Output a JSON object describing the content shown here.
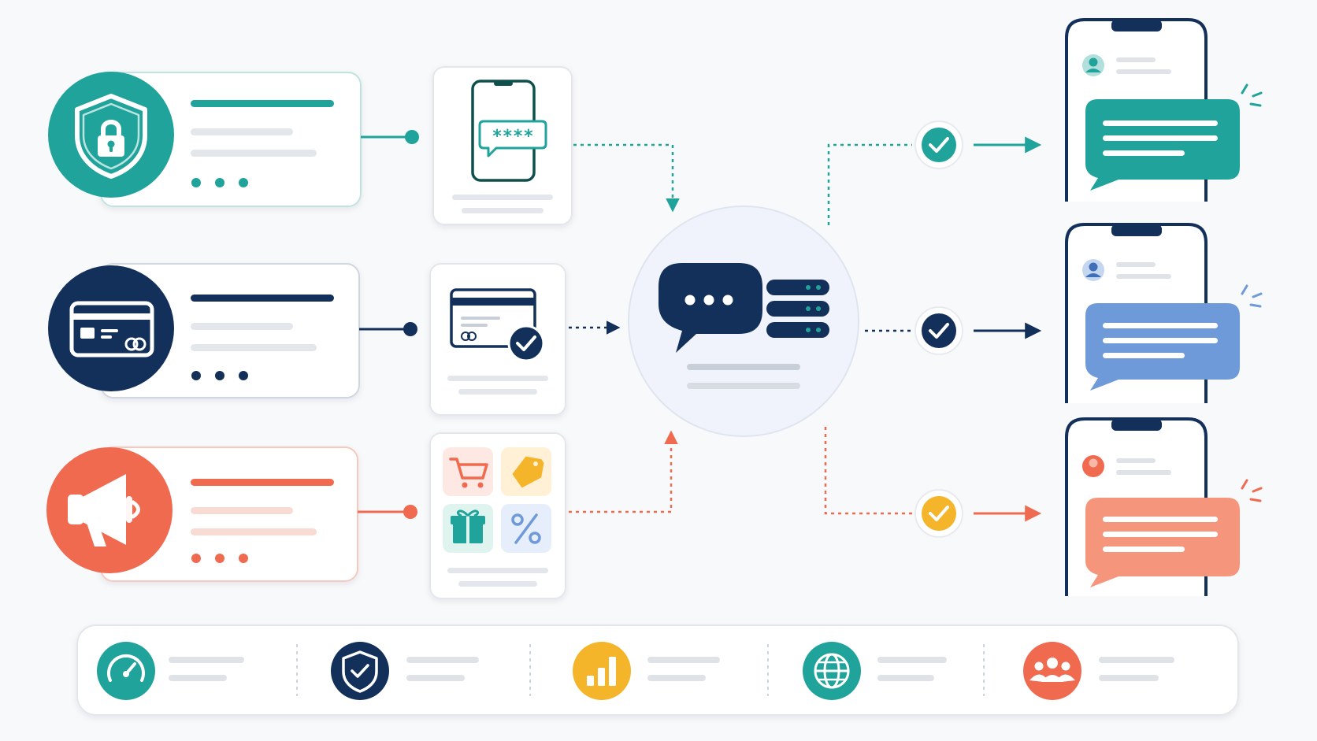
{
  "colors": {
    "teal": "#1fa39a",
    "navy": "#13305a",
    "coral": "#f06a50",
    "blue": "#6f9ad9",
    "salmon": "#f5957c",
    "amber": "#f5b52a",
    "line_gray": "#dfe3e8",
    "card_border": "#e3e7ec",
    "background": "#f8f9fb"
  },
  "otp_mask": "****",
  "flows": [
    {
      "id": "security",
      "icon": "shield-lock-icon",
      "color": "#1fa39a"
    },
    {
      "id": "payment",
      "icon": "credit-card-icon",
      "color": "#13305a"
    },
    {
      "id": "marketing",
      "icon": "megaphone-icon",
      "color": "#f06a50"
    }
  ],
  "middle_cards": [
    {
      "icon": "phone-otp-icon"
    },
    {
      "icon": "card-verified-icon"
    },
    {
      "icons": [
        "cart-icon",
        "price-tag-icon",
        "gift-icon",
        "percent-icon"
      ]
    }
  ],
  "hub": {
    "icons": [
      "chat-bubble-icon",
      "server-stack-icon"
    ]
  },
  "deliveries": [
    {
      "status": "check-icon",
      "bubble_color": "#1fa39a"
    },
    {
      "status": "check-icon",
      "bubble_color": "#6f9ad9"
    },
    {
      "status": "check-icon",
      "bubble_color": "#f5957c"
    }
  ],
  "footer_features": [
    {
      "icon": "speedometer-icon",
      "color": "#1fa39a"
    },
    {
      "icon": "shield-check-icon",
      "color": "#13305a"
    },
    {
      "icon": "bar-chart-icon",
      "color": "#f5b52a"
    },
    {
      "icon": "globe-icon",
      "color": "#1fa39a"
    },
    {
      "icon": "users-icon",
      "color": "#f06a50"
    }
  ]
}
